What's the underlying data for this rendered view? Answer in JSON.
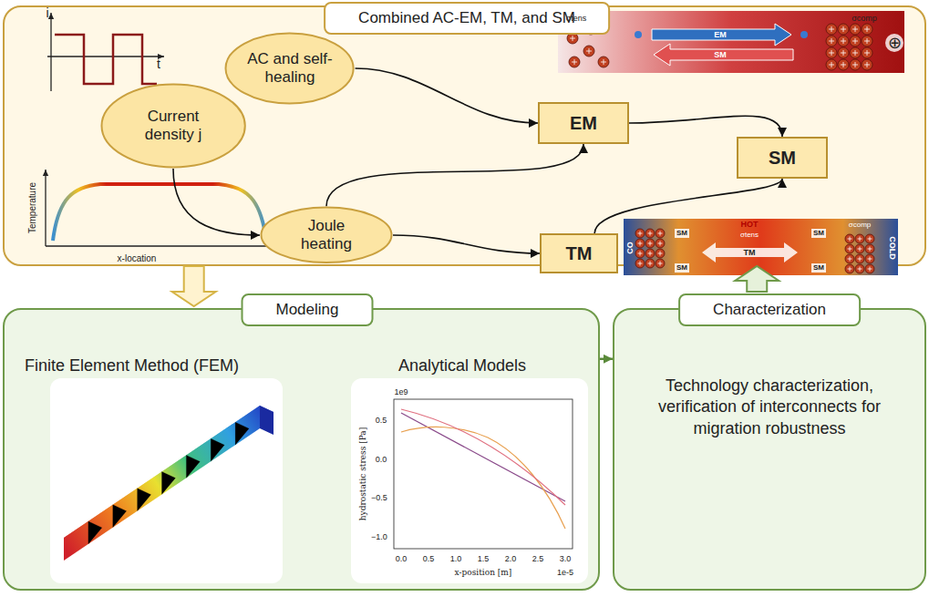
{
  "diagram": {
    "nodes": [
      {
        "text": [
          "Combined AC-EM, TM, and SM"
        ]
      },
      {
        "text": [
          "AC and self-healing"
        ],
        "in": 0
      },
      {
        "text": [
          "Current density j"
        ],
        "in": 0
      },
      {
        "text": [
          "Joule heating"
        ],
        "in": 0
      },
      {
        "text": [
          "EM"
        ],
        "in": 0
      },
      {
        "text": [
          "SM"
        ],
        "in": 0
      },
      {
        "text": [
          "TM"
        ],
        "in": 0
      },
      {
        "text": [
          "Modeling",
          "Finite Element Method (FEM)",
          "Analytical Models"
        ]
      },
      {
        "text": [
          "Characterization",
          "Technology characterization, verification of interconnects for migration robustness"
        ]
      }
    ],
    "edges": [
      {
        "from": 2,
        "to": 3,
        "arrow": "to"
      },
      {
        "from": 1,
        "to": 4,
        "arrow": "to"
      },
      {
        "from": 3,
        "to": 4,
        "arrow": "to"
      },
      {
        "from": 3,
        "to": 6,
        "arrow": "to"
      },
      {
        "from": 4,
        "to": 5,
        "arrow": "to"
      },
      {
        "from": 6,
        "to": 5,
        "arrow": "to"
      },
      {
        "from": 0,
        "to": 7,
        "arrow": "to"
      },
      {
        "from": 8,
        "to": 0,
        "arrow": "to"
      },
      {
        "from": 7,
        "to": 8,
        "arrow": "to"
      }
    ],
    "labels": [
      "i",
      "t",
      "Temperature",
      "x-location",
      "σtens",
      "σcomp",
      "EM",
      "SM",
      "⊕",
      "HOT",
      "σtens",
      "σcomp",
      "SM",
      "SM",
      "SM",
      "SM",
      "TM",
      "CO",
      "COLD",
      "1e9",
      "0.5",
      "0.0",
      "−0.5",
      "−1.0",
      "hydrostatic stress [Pa]",
      "0.0",
      "0.5",
      "1.0",
      "1.5",
      "2.0",
      "2.5",
      "3.0",
      "x-position [m]",
      "1e-5"
    ]
  }
}
